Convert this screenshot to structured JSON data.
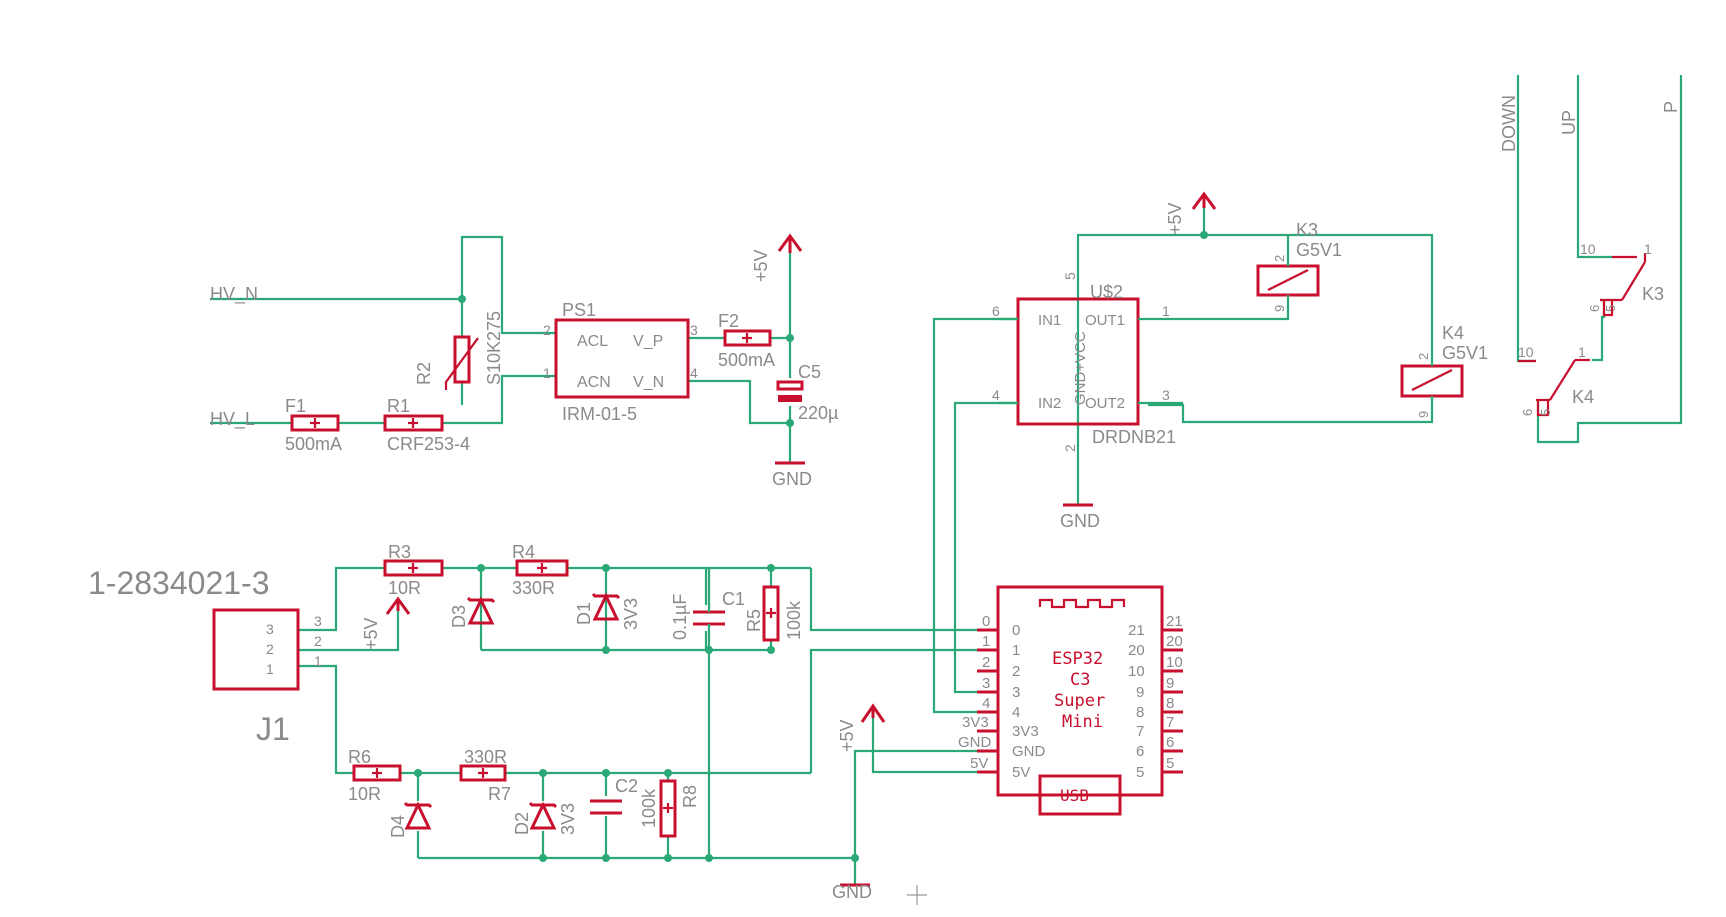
{
  "colors": {
    "wire": "#2aa876",
    "part": "#c8102e",
    "label": "#8a8a8a",
    "background": "#ffffff"
  },
  "nets": {
    "hv_n": "HV_N",
    "hv_l": "HV_L",
    "p5v": "+5V",
    "gnd": "GND",
    "down": "DOWN",
    "up": "UP",
    "p": "P"
  },
  "parts": {
    "ps1": {
      "name": "PS1",
      "value": "IRM-01-5",
      "acl": "ACL",
      "acn": "ACN",
      "vp": "V_P",
      "vn": "V_N",
      "pin_acl": "2",
      "pin_acn": "1",
      "pin_vp": "3",
      "pin_vn": "4"
    },
    "f1": {
      "name": "F1",
      "value": "500mA"
    },
    "f2": {
      "name": "F2",
      "value": "500mA"
    },
    "r1": {
      "name": "R1",
      "value": "CRF253-4"
    },
    "r2": {
      "name": "R2",
      "value": "S10K275"
    },
    "c5": {
      "name": "C5",
      "value": "220µ"
    },
    "us2": {
      "name": "U$2",
      "value": "DRDNB21",
      "in1": "IN1",
      "in2": "IN2",
      "out1": "OUT1",
      "out2": "OUT2",
      "gndvcc": "GND+VCC",
      "pin6": "6",
      "pin4": "4",
      "pin1": "1",
      "pin3": "3",
      "pin5": "5",
      "pin2": "2"
    },
    "k3": {
      "name": "K3",
      "value": "G5V1",
      "pin_top": "2",
      "pin_bottom": "9"
    },
    "k4": {
      "name": "K4",
      "value": "G5V1",
      "pin_top": "2",
      "pin_bottom": "9"
    },
    "k3_contact": {
      "name": "K3",
      "pin10": "10",
      "pin1": "1",
      "pin6": "6",
      "pin5": "5"
    },
    "k4_contact": {
      "name": "K4",
      "pin10": "10",
      "pin1": "1",
      "pin6": "6",
      "pin5": "5"
    },
    "j1": {
      "name": "J1",
      "value": "1-2834021-3",
      "pins": [
        "3",
        "2",
        "1"
      ]
    },
    "r3": {
      "name": "R3",
      "value": "10R"
    },
    "r4": {
      "name": "R4",
      "value": "330R"
    },
    "r5": {
      "name": "R5",
      "value": "100k"
    },
    "r6": {
      "name": "R6",
      "value": "10R"
    },
    "r7": {
      "name": "R7",
      "value": "330R"
    },
    "r8": {
      "name": "R8",
      "value": "100k"
    },
    "c1": {
      "name": "C1",
      "value": "0.1µF"
    },
    "c2": {
      "name": "C2",
      "value": ""
    },
    "d1": {
      "name": "D1",
      "value": "3V3"
    },
    "d2": {
      "name": "D2",
      "value": "3V3"
    },
    "d3": {
      "name": "D3"
    },
    "d4": {
      "name": "D4"
    },
    "esp32": {
      "title_lines": [
        "ESP32",
        "C3",
        "Super",
        "Mini"
      ],
      "usb": "USB",
      "left_outer": [
        "0",
        "1",
        "2",
        "3",
        "4",
        "3V3",
        "GND",
        "5V"
      ],
      "left_inner": [
        "0",
        "1",
        "2",
        "3",
        "4",
        "3V3",
        "GND",
        "5V"
      ],
      "right_outer": [
        "21",
        "20",
        "10",
        "9",
        "8",
        "7",
        "6",
        "5"
      ],
      "right_inner": [
        "21",
        "20",
        "10",
        "9",
        "8",
        "7",
        "6",
        "5"
      ]
    }
  }
}
